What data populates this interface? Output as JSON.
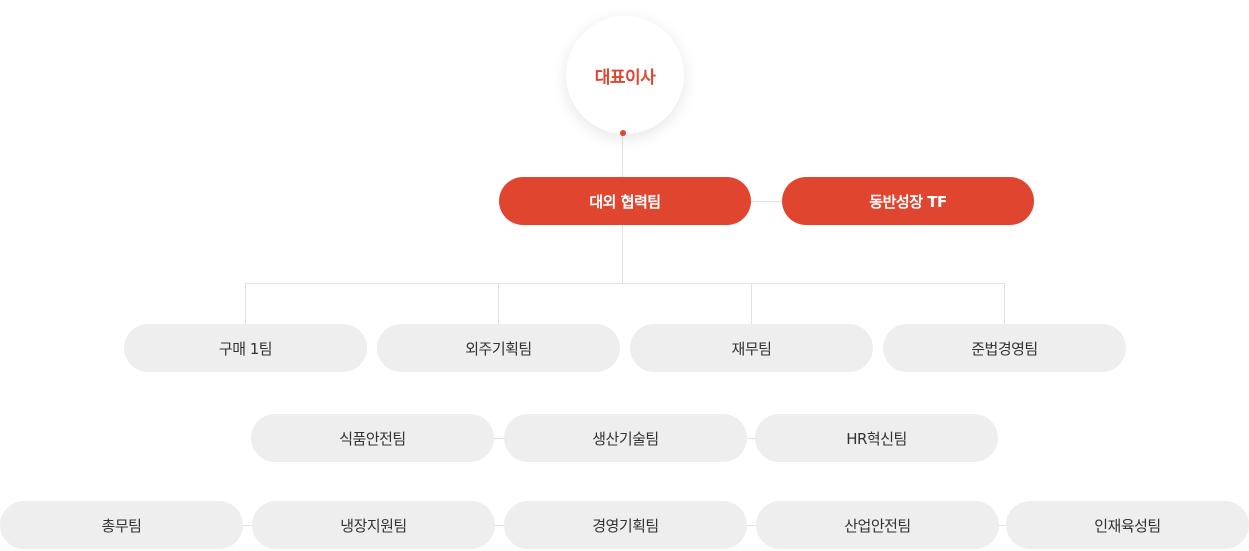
{
  "org": {
    "ceo": "대표이사",
    "level1": [
      "대외 협력팀",
      "동반성장 TF"
    ],
    "level2": [
      "구매 1팀",
      "외주기획팀",
      "재무팀",
      "준법경영팀"
    ],
    "level3": [
      "식품안전팀",
      "생산기술팀",
      "HR혁신팀"
    ],
    "level4": [
      "총무팀",
      "냉장지원팀",
      "경영기획팀",
      "산업안전팀",
      "인재육성팀"
    ]
  },
  "colors": {
    "accent": "#e04530",
    "pill_gray": "#eeeeee",
    "connector": "#e2e2e2"
  }
}
